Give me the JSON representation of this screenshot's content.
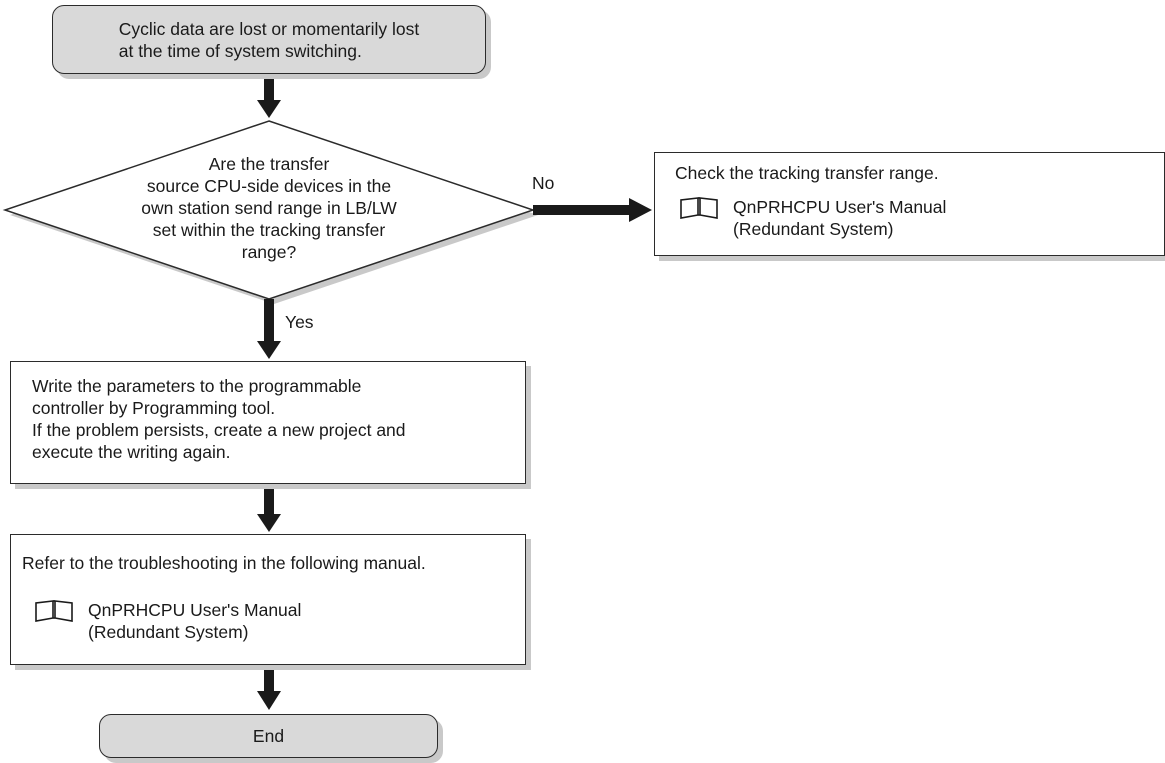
{
  "flowchart": {
    "start": {
      "label": "Cyclic data are lost or momentarily lost\nat the time of system switching."
    },
    "decision": {
      "label": "Are the transfer\nsource CPU-side devices in the\nown station send range in LB/LW\nset within the tracking transfer\nrange?"
    },
    "no_branch": {
      "edge_label": "No",
      "text": "Check the tracking transfer range.",
      "reference": {
        "icon": "book-icon",
        "title": "QnPRHCPU User's Manual\n(Redundant System)"
      }
    },
    "yes_branch": {
      "edge_label": "Yes",
      "text": "Write the parameters to the programmable\ncontroller by Programming tool.\nIf the problem persists, create a new project and\nexecute the writing again."
    },
    "troubleshoot": {
      "text": "Refer to the troubleshooting in the following manual.",
      "reference": {
        "icon": "book-icon",
        "title": "QnPRHCPU User's Manual\n(Redundant System)"
      }
    },
    "end": {
      "label": "End"
    }
  },
  "colors": {
    "terminal_fill": "#d9d9d9",
    "stroke": "#2b2b2b",
    "shadow": "#c9c9c9",
    "arrow": "#1a1a1a"
  }
}
